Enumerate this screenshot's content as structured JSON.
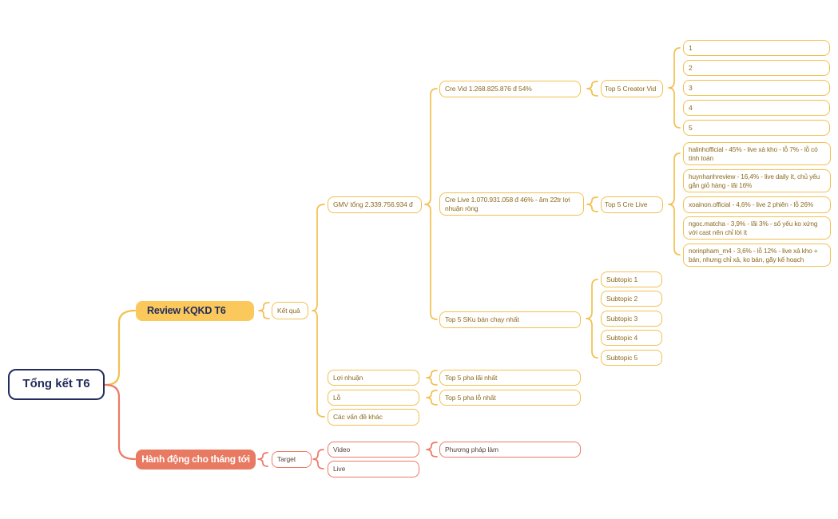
{
  "colors": {
    "yellow": "#F2C04F",
    "yellow_fill": "#FBC85C",
    "yellow_text": "#8D6B1F",
    "navy": "#232C5C",
    "red": "#ED7966",
    "red_fill": "#E87A62",
    "red_text": "#5C443C",
    "bg": "#FFFFFF"
  },
  "mindmap": {
    "root": {
      "label": "Tổng kết T6",
      "children": [
        {
          "label": "Review KQKD T6",
          "branch_color": "#F2C04F",
          "children": [
            {
              "label": "Kết quả",
              "children": [
                {
                  "label": "GMV tổng 2.339.756.934 đ",
                  "children": [
                    {
                      "label": "Cre Vid 1.268.825.876 đ 54%",
                      "children": [
                        {
                          "label": "Top 5 Creator Vid",
                          "children": [
                            {
                              "label": "1"
                            },
                            {
                              "label": "2"
                            },
                            {
                              "label": "3"
                            },
                            {
                              "label": "4"
                            },
                            {
                              "label": "5"
                            }
                          ]
                        }
                      ]
                    },
                    {
                      "label": "Cre Live 1.070.931.058 đ 46% - âm 22tr lợi nhuận ròng",
                      "children": [
                        {
                          "label": "Top 5 Cre Live",
                          "children": [
                            {
                              "label": "halinhofficial - 45% - live xả kho - lỗ 7% - lỗ có tính toán"
                            },
                            {
                              "label": "huynhanhreview - 16,4% - live daily ít, chủ yếu gắn giỏ hàng - lãi 16%"
                            },
                            {
                              "label": "xoainon.official - 4,6% - live 2 phiên - lỗ 26%"
                            },
                            {
                              "label": "ngoc.matcha - 3,9% - lãi 3% - số yếu ko xứng với cast nên chỉ lời ít"
                            },
                            {
                              "label": "norinpham_m4 - 3,6% - lỗ 12% - live xả kho + bán, nhưng chỉ xả, ko bán, gãy kế hoạch"
                            }
                          ]
                        }
                      ]
                    },
                    {
                      "label": "Top 5 SKu bán chạy nhất",
                      "children": [
                        {
                          "label": "Subtopic 1"
                        },
                        {
                          "label": "Subtopic 2"
                        },
                        {
                          "label": "Subtopic 3"
                        },
                        {
                          "label": "Subtopic 4"
                        },
                        {
                          "label": "Subtopic 5"
                        }
                      ]
                    }
                  ]
                },
                {
                  "label": "Lợi nhuận",
                  "children": [
                    {
                      "label": "Top 5 pha lãi nhất"
                    }
                  ]
                },
                {
                  "label": "Lỗ",
                  "children": [
                    {
                      "label": "Top 5 pha lỗ nhất"
                    }
                  ]
                },
                {
                  "label": "Các vấn đề khác"
                }
              ]
            }
          ]
        },
        {
          "label": "Hành động cho tháng tới",
          "branch_color": "#ED7966",
          "children": [
            {
              "label": "Target",
              "children": [
                {
                  "label": "Video",
                  "children": [
                    {
                      "label": "Phương pháp làm"
                    }
                  ]
                },
                {
                  "label": "Live"
                }
              ]
            }
          ]
        }
      ]
    }
  }
}
